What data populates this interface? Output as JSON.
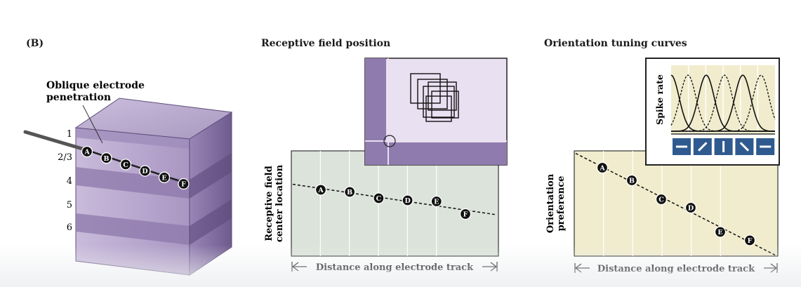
{
  "panel_label": "(B)",
  "block": {
    "penetration_label": "Oblique electrode\npenetration",
    "layers": [
      "1",
      "2/3",
      "4",
      "5",
      "6"
    ],
    "sites": [
      "A",
      "B",
      "C",
      "D",
      "E",
      "F"
    ]
  },
  "rf_panel": {
    "title": "Receptive field position",
    "ylabel": "Receptive field\ncenter location",
    "xlabel": "Distance along electrode track",
    "points": [
      {
        "label": "A",
        "value": 0.63
      },
      {
        "label": "B",
        "value": 0.61
      },
      {
        "label": "C",
        "value": 0.55
      },
      {
        "label": "D",
        "value": 0.53
      },
      {
        "label": "E",
        "value": 0.52
      },
      {
        "label": "F",
        "value": 0.4
      }
    ]
  },
  "ot_panel": {
    "title": "Orientation tuning curves",
    "ylabel": "Orientation\npreference",
    "xlabel": "Distance along electrode track",
    "inset_ylabel": "Spike rate",
    "points": [
      {
        "label": "A",
        "value": 0.84
      },
      {
        "label": "B",
        "value": 0.72
      },
      {
        "label": "C",
        "value": 0.54
      },
      {
        "label": "D",
        "value": 0.46
      },
      {
        "label": "E",
        "value": 0.23
      },
      {
        "label": "F",
        "value": 0.15
      }
    ]
  },
  "colors": {
    "purple_dark": "#8a74a8",
    "purple_mid": "#b4a3c9",
    "purple_light": "#d9cde6",
    "rf_bg": "#dbe3da",
    "ot_bg": "#f1eccd",
    "marker": "#111111"
  }
}
